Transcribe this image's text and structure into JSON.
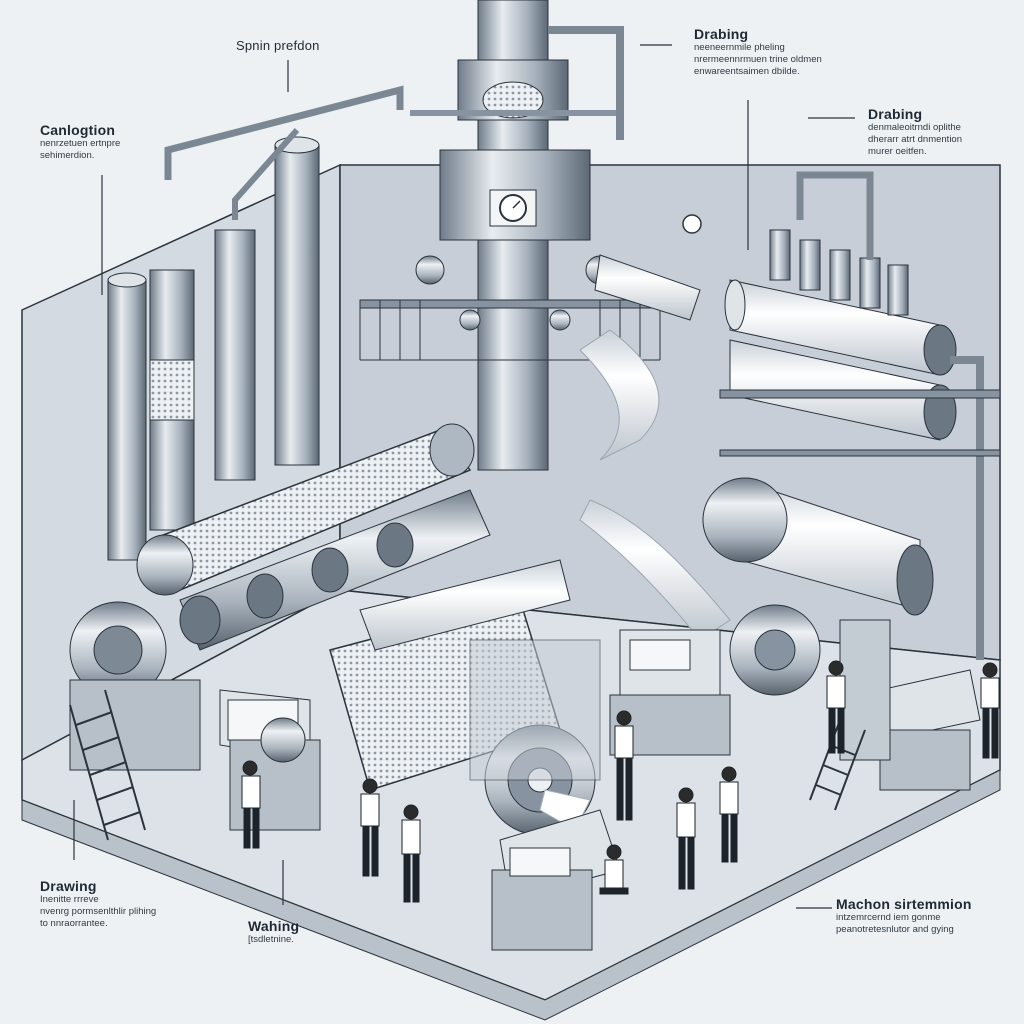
{
  "callouts": {
    "top_center": {
      "title": "Spnin prefdon"
    },
    "top_left": {
      "title": "Canlogtion",
      "desc": "nenrzetuen ertnpre\nsehimerdion."
    },
    "top_right": {
      "title": "Drabing",
      "desc": "neeneernmile pheling\nnrermeennrmuen trine oldmen\nenwareentsaimen dbilde."
    },
    "right_mid": {
      "title": "Drabing",
      "desc": "denmaleoitrndi oplithe\ndherarr atrt dnmention\nmurer oeitfen."
    },
    "bottom_left": {
      "title": "Drawing",
      "desc": "Inenitte rrreve\nnvenrg pormsenlthlir plihing\nto nnraorrantee."
    },
    "bottom_mid": {
      "title": "Wahing",
      "desc": "[tsdletnine."
    },
    "bottom_right": {
      "title": "Machon sirtemmion",
      "desc": "intzemrcernd iem gonme\npeanotretesnlutor and gying"
    }
  },
  "gauge_label": "◉",
  "colors": {
    "background": "#eef1f4",
    "wall": "#cfd6de",
    "floor": "#dde2e8",
    "metal_dark": "#5d6a78",
    "metal_mid": "#9aa6b2",
    "metal_light": "#d9dfe6",
    "fiber": "#f7f8fa",
    "outline": "#2b333c"
  }
}
